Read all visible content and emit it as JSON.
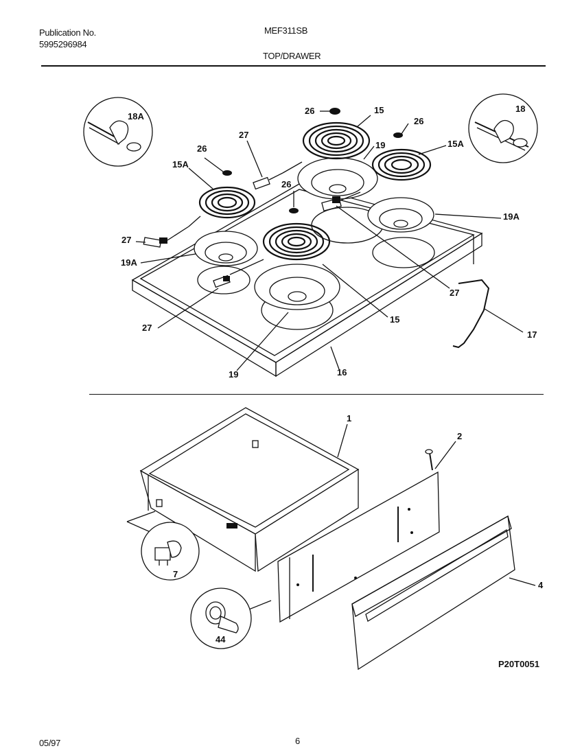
{
  "header": {
    "publication_label": "Publication No.",
    "publication_number": "5995296984",
    "model": "MEF311SB",
    "section": "TOP/DRAWER"
  },
  "footer": {
    "date": "05/97",
    "page": "6"
  },
  "figure_code": "P20T0051",
  "callouts": {
    "c18A": "18A",
    "c18": "18",
    "c26a": "26",
    "c26b": "26",
    "c26c": "26",
    "c26d": "26",
    "c15a": "15",
    "c15b": "15",
    "c15Aa": "15A",
    "c15Ab": "15A",
    "c27a": "27",
    "c27b": "27",
    "c27c": "27",
    "c27d": "27",
    "c19a": "19",
    "c19b": "19",
    "c19Aa": "19A",
    "c19Ab": "19A",
    "c16": "16",
    "c17": "17",
    "c1": "1",
    "c2": "2",
    "c4": "4",
    "c7": "7",
    "c44": "44"
  }
}
